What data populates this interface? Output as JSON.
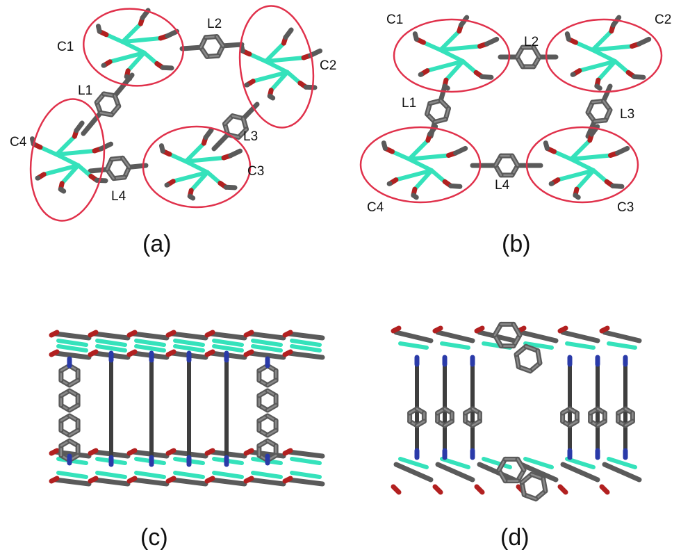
{
  "panel_a": {
    "caption": "(a)",
    "labels": {
      "c1": "C1",
      "c2": "C2",
      "c3": "C3",
      "c4": "C4",
      "l1": "L1",
      "l2": "L2",
      "l3": "L3",
      "l4": "L4"
    }
  },
  "panel_b": {
    "caption": "(b)",
    "labels": {
      "c1": "C1",
      "c2": "C2",
      "c3": "C3",
      "c4": "C4",
      "l1": "L1",
      "l2": "L2",
      "l3": "L3",
      "l4": "L4"
    }
  },
  "panel_c": {
    "caption": "(c)"
  },
  "panel_d": {
    "caption": "(d)"
  },
  "colors": {
    "cluster_ring": "#e0314b",
    "carbon": "#5a5a5a",
    "oxygen": "#b22020",
    "metal": "#35e2bb",
    "nitrogen": "#2a3aa8"
  }
}
